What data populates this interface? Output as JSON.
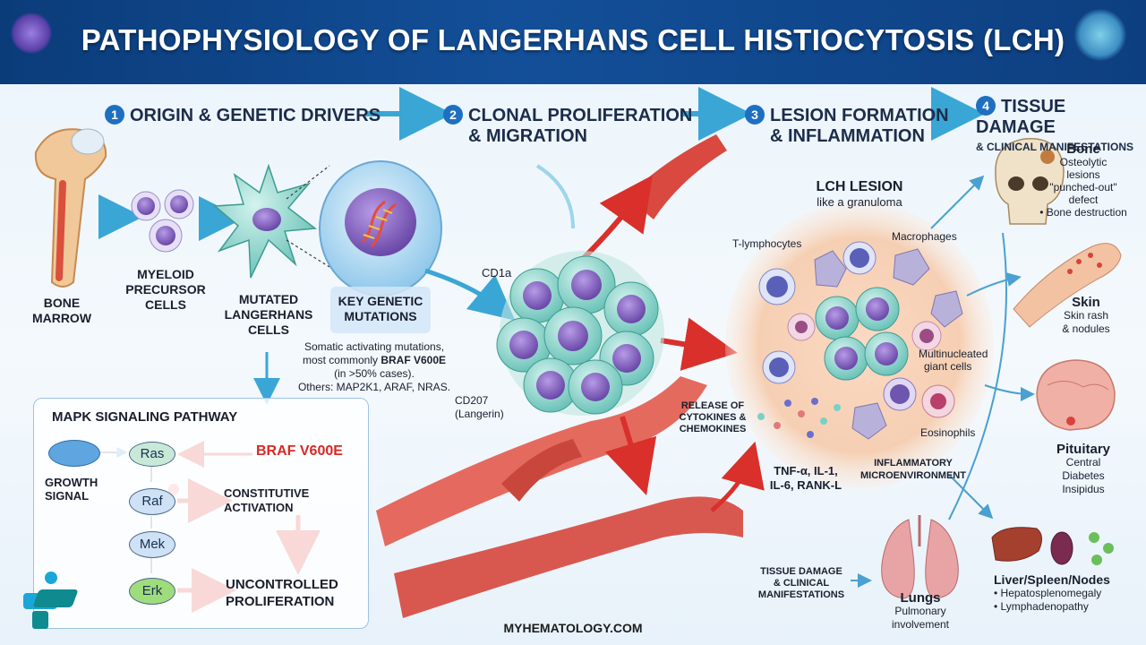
{
  "title": "PATHOPHYSIOLOGY OF LANGERHANS CELL HISTIOCYTOSIS (LCH)",
  "steps": [
    {
      "number": "1",
      "label": "ORIGIN & GENETIC DRIVERS"
    },
    {
      "number": "2",
      "label_line1": "CLONAL PROLIFERATION",
      "label_line2": "& MIGRATION"
    },
    {
      "number": "3",
      "label_line1": "LESION FORMATION",
      "label_line2": "& INFLAMMATION"
    },
    {
      "number": "4",
      "label_line1": "TISSUE DAMAGE",
      "label_line2": "& CLINICAL MANIFESTATIONS"
    }
  ],
  "origin": {
    "bone_marrow_line1": "BONE",
    "bone_marrow_line2": "MARROW",
    "myeloid_line1": "MYELOID",
    "myeloid_line2": "PRECURSOR",
    "myeloid_line3": "CELLS",
    "mutated_line1": "MUTATED",
    "mutated_line2": "LANGERHANS",
    "mutated_line3": "CELLS",
    "key_mut_line1": "KEY GENETIC",
    "key_mut_line2": "MUTATIONS",
    "somatic_line1": "Somatic activating mutations,",
    "somatic_line2_pre": "most commonly ",
    "somatic_line2_bold": "BRAF V600E",
    "somatic_line3": "(in >50% cases).",
    "somatic_line4": "Others: MAP2K1, ARAF, NRAS."
  },
  "mapk": {
    "title": "MAPK SIGNALING PATHWAY",
    "growth_line1": "GROWTH",
    "growth_line2": "SIGNAL",
    "nodes": [
      "Ras",
      "Raf",
      "Mek",
      "Erk"
    ],
    "braf": "BRAF V600E",
    "constitutive_line1": "CONSTITUTIVE",
    "constitutive_line2": "ACTIVATION",
    "uncontrolled_line1": "UNCONTROLLED",
    "uncontrolled_line2": "PROLIFERATION"
  },
  "clonal": {
    "cd1a": "CD1a",
    "cd207_line1": "CD207",
    "cd207_line2": "(Langerin)"
  },
  "lesion": {
    "title": "LCH LESION",
    "subtitle": "like a granuloma",
    "t_lymph": "T-lymphocytes",
    "macrophages": "Macrophages",
    "multinuc_line1": "Multinucleated",
    "multinuc_line2": "giant cells",
    "eosinophils": "Eosinophils",
    "release_line1": "RELEASE OF",
    "release_line2": "CYTOKINES &",
    "release_line3": "CHEMOKINES",
    "cytokines_line1": "TNF-α, IL-1,",
    "cytokines_line2": "IL-6, RANK-L",
    "inflam_line1": "INFLAMMATORY",
    "inflam_line2": "MICROENVIRONMENT"
  },
  "tissue": {
    "bone_title": "Bone",
    "bone_line1": "Osteolytic",
    "bone_line2": "lesions",
    "bone_line3": "\"punched-out\"",
    "bone_line4": "defect",
    "bone_line5": "• Bone destruction",
    "skin_title": "Skin",
    "skin_line1": "Skin rash",
    "skin_line2": "& nodules",
    "pituitary_title": "Pituitary",
    "pituitary_line1": "Central",
    "pituitary_line2": "Diabetes",
    "pituitary_line3": "Insipidus",
    "liver_title": "Liver/Spleen/Nodes",
    "liver_line1": "• Hepatosplenomegaly",
    "liver_line2": "• Lymphadenopathy",
    "lungs_title": "Lungs",
    "lungs_line1": "Pulmonary",
    "lungs_line2": "involvement",
    "tdm_line1": "TISSUE DAMAGE",
    "tdm_line2": "& CLINICAL",
    "tdm_line3": "MANIFESTATIONS"
  },
  "footer": "MYHEMATOLOGY.COM",
  "colors": {
    "header_bg": "#0b3c7a",
    "step_arrow": "#3aa6d6",
    "red_arrow": "#d9302b",
    "braf_red": "#d72a26",
    "lcell": "#7fd0c6",
    "nucleus": "#7a5bb5"
  }
}
